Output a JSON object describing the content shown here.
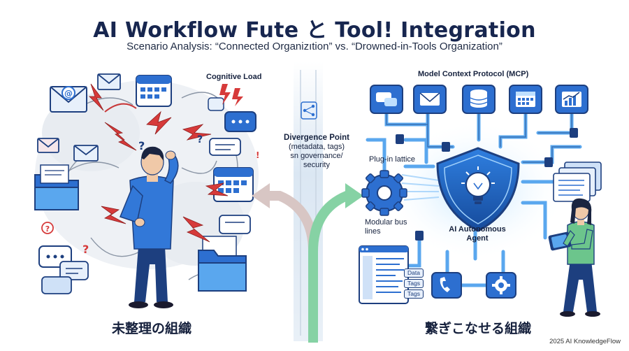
{
  "header": {
    "title": "AI Workflow Fute と Tool! Integration",
    "subtitle": "Scenario Analysis: “Connected Organizıtion” vs. “Drowned-in-Tools Organization”"
  },
  "left": {
    "cognitive_load": "Cognitive Load",
    "bottom_label": "未整理の組織"
  },
  "center": {
    "heading": "Divergence Point",
    "lines": [
      "(metadata, tags)",
      "sn governance/",
      "security"
    ]
  },
  "right": {
    "mcp_label": "Model Context Protocol (MCP)",
    "plugin_label": "Plug-in lattice",
    "bus_label_line1": "Modular bus",
    "bus_label_line2": "lines",
    "agent_line1": "AI Autonomous",
    "agent_line2": "Agent",
    "tags": [
      "Data",
      "Tags",
      "Tags"
    ],
    "bottom_label": "繋ぎこなせる組織"
  },
  "footer": "2025 AI KnowledgeFlow",
  "colors": {
    "navy": "#1d3f7f",
    "blue": "#2d6fd0",
    "light_blue": "#5aa7ee",
    "red": "#d63a3a",
    "green": "#6cc58c"
  }
}
